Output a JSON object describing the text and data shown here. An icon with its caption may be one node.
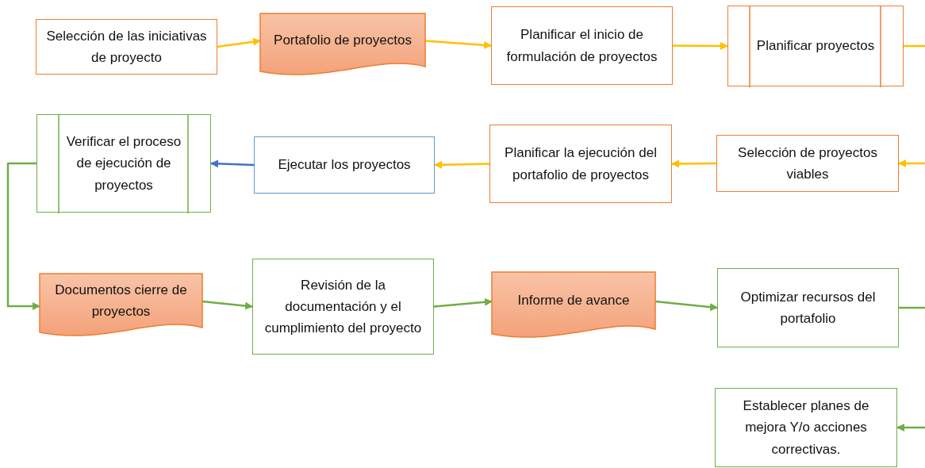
{
  "diagram": {
    "nodes": [
      {
        "text": [
          "Selección de las iniciativas de proyecto"
        ]
      },
      {
        "text": [
          "Portafolio de proyectos"
        ]
      },
      {
        "text": [
          "Planificar el inicio de formulación de proyectos"
        ]
      },
      {
        "text": [
          "Planificar proyectos"
        ]
      },
      {
        "text": [
          "Selección de proyectos viables"
        ]
      },
      {
        "text": [
          "Planificar la ejecución del portafolio de proyectos"
        ]
      },
      {
        "text": [
          "Ejecutar los proyectos"
        ]
      },
      {
        "text": [
          "Verificar el proceso de ejecución de proyectos"
        ]
      },
      {
        "text": [
          "Documentos cierre de proyectos"
        ]
      },
      {
        "text": [
          "Revisión de la documentación y el cumplimiento del proyecto"
        ]
      },
      {
        "text": [
          "Informe de avance"
        ]
      },
      {
        "text": [
          "Optimizar recursos del portafolio"
        ]
      },
      {
        "text": [
          "Establecer planes de mejora Y/o acciones correctivas."
        ]
      }
    ],
    "edges": [
      {
        "from": 0,
        "to": 1,
        "arrow": "to"
      },
      {
        "from": 1,
        "to": 2,
        "arrow": "to"
      },
      {
        "from": 2,
        "to": 3,
        "arrow": "to"
      },
      {
        "from": 3,
        "to": null,
        "arrow": "none"
      },
      {
        "from": null,
        "to": 4,
        "arrow": "to"
      },
      {
        "from": 4,
        "to": 5,
        "arrow": "to"
      },
      {
        "from": 5,
        "to": 6,
        "arrow": "to"
      },
      {
        "from": 6,
        "to": 7,
        "arrow": "to",
        "color": "#4472c4"
      },
      {
        "from": 7,
        "to": 8,
        "arrow": "to",
        "color": "#70ad47"
      },
      {
        "from": 8,
        "to": 9,
        "arrow": "to",
        "color": "#70ad47"
      },
      {
        "from": 9,
        "to": 10,
        "arrow": "to",
        "color": "#70ad47"
      },
      {
        "from": 10,
        "to": 11,
        "arrow": "to",
        "color": "#70ad47"
      },
      {
        "from": 11,
        "to": null,
        "arrow": "none",
        "color": "#70ad47"
      },
      {
        "from": null,
        "to": 12,
        "arrow": "to",
        "color": "#70ad47"
      }
    ]
  }
}
